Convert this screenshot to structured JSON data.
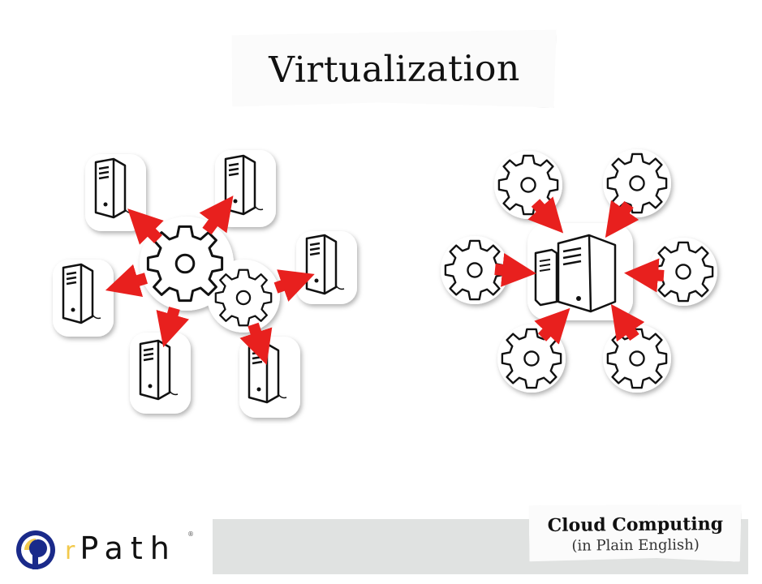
{
  "slide": {
    "title": "Virtualization"
  },
  "left_diagram": {
    "description": "Gears distributing to multiple servers",
    "gears": 2,
    "servers": 6,
    "arrow_direction": "outward",
    "arrow_color": "#e8201e"
  },
  "right_diagram": {
    "description": "Multiple gears feeding into one server",
    "gears": 6,
    "servers": 1,
    "arrow_direction": "inward",
    "arrow_color": "#e8201e"
  },
  "footer": {
    "logo": {
      "prefix": "r",
      "word": "Path",
      "registered": "®",
      "colors": {
        "ring": "#1a2a8a",
        "accent": "#f2c94c"
      }
    },
    "card_title": "Cloud Computing",
    "card_subtitle": "(in Plain English)"
  }
}
